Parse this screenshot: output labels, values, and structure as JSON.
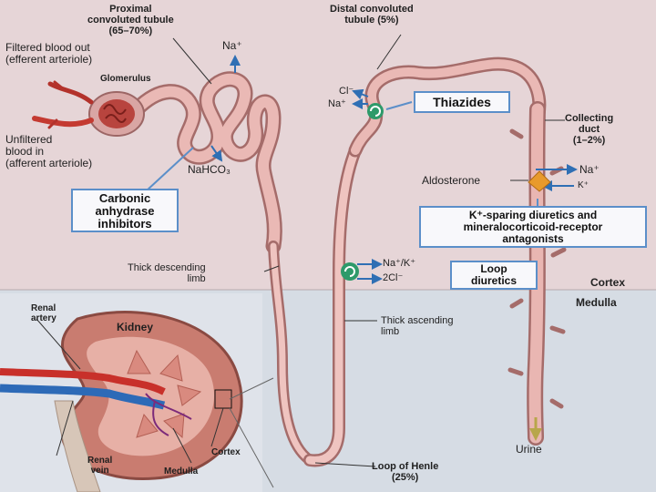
{
  "colors": {
    "cortex_bg": "#e6d5d7",
    "medulla_bg": "#d5dbe3",
    "tubule": "#e5aca8",
    "tubule_edge": "#a56c6a",
    "drug_box_border": "#5b8fc9",
    "arrow": "#2f6fb4",
    "diuretic_symbol": "#2e9a6a",
    "aldosterone_marker": "#e89a2c"
  },
  "labels": {
    "proximal": "Proximal\nconvoluted tubule\n(65–70%)",
    "distal": "Distal convoluted\ntubule (5%)",
    "filtered_out": "Filtered blood out\n(efferent arteriole)",
    "glomerulus": "Glomerulus",
    "unfiltered_in": "Unfiltered\nblood in\n(afferent arteriole)",
    "na_top": "Na⁺",
    "nahco3": "NaHCO₃",
    "cl_top": "Cl⁻",
    "na_thiazide": "Na⁺",
    "collecting_duct": "Collecting\nduct\n(1–2%)",
    "aldosterone": "Aldosterone",
    "na_right": "Na⁺",
    "k_right": "K⁺",
    "thick_descending": "Thick descending\nlimb",
    "na_k_loop": "Na⁺/K⁺",
    "twocl_loop": "2Cl⁻",
    "cortex": "Cortex",
    "medulla": "Medulla",
    "thick_ascending": "Thick ascending\nlimb",
    "urine": "Urine",
    "loop_of_henle": "Loop of Henle\n(25%)",
    "renal_artery": "Renal\nartery",
    "kidney": "Kidney",
    "renal_vein": "Renal\nvein",
    "inset_cortex": "Cortex",
    "inset_medulla": "Medulla"
  },
  "drugs": {
    "thiazides": "Thiazides",
    "carbonic": "Carbonic\nanhydrase\ninhibitors",
    "ksparing": "K⁺-sparing diuretics and\nmineralocorticoid-receptor\nantagonists",
    "loop": "Loop\ndiuretics"
  }
}
